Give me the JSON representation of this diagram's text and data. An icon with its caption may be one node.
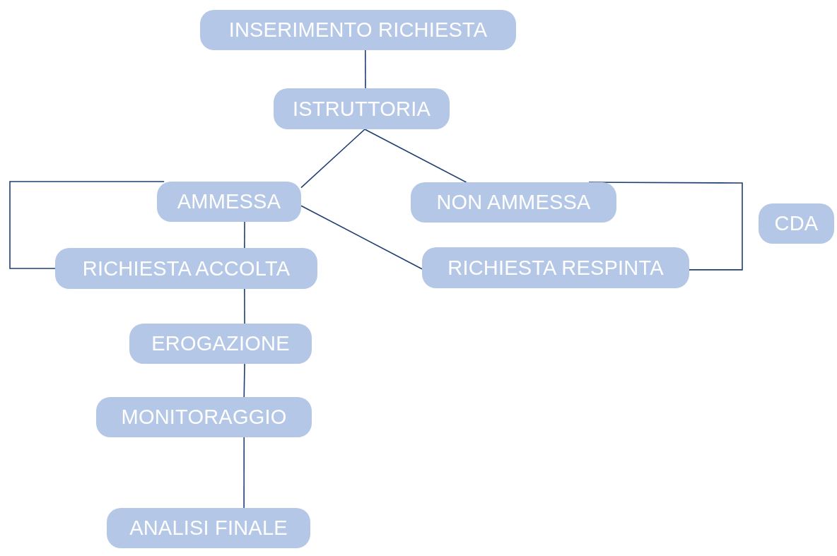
{
  "diagram": {
    "nodes": [
      {
        "text": [
          "INSERIMENTO RICHIESTA"
        ]
      },
      {
        "text": [
          "ISTRUTTORIA"
        ]
      },
      {
        "text": [
          "AMMESSA"
        ]
      },
      {
        "text": [
          "NON AMMESSA"
        ]
      },
      {
        "text": [
          "CDA"
        ]
      },
      {
        "text": [
          "RICHIESTA ACCOLTA"
        ]
      },
      {
        "text": [
          "RICHIESTA RESPINTA"
        ]
      },
      {
        "text": [
          "EROGAZIONE"
        ]
      },
      {
        "text": [
          "MONITORAGGIO"
        ]
      },
      {
        "text": [
          "ANALISI FINALE"
        ]
      }
    ],
    "edges": [
      {
        "from": 0,
        "to": 1,
        "arrow": "none"
      },
      {
        "from": 1,
        "to": 2,
        "arrow": "none"
      },
      {
        "from": 1,
        "to": 3,
        "arrow": "none"
      },
      {
        "from": 2,
        "to": 5,
        "arrow": "none"
      },
      {
        "from": 2,
        "to": 5,
        "arrow": "none"
      },
      {
        "from": 2,
        "to": 6,
        "arrow": "none"
      },
      {
        "from": 3,
        "to": 6,
        "arrow": "none"
      },
      {
        "from": 5,
        "to": 7,
        "arrow": "none"
      },
      {
        "from": 7,
        "to": 8,
        "arrow": "none"
      },
      {
        "from": 8,
        "to": 9,
        "arrow": "none"
      }
    ]
  }
}
